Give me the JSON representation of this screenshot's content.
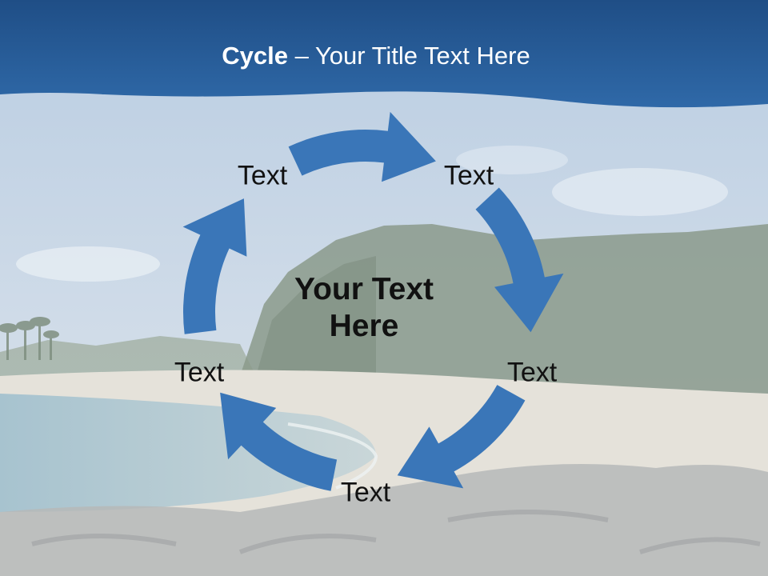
{
  "title": {
    "bold": "Cycle",
    "rest": " – Your Title Text Here"
  },
  "center_text": {
    "line1": "Your Text",
    "line2": "Here"
  },
  "steps": [
    {
      "label": "Text"
    },
    {
      "label": "Text"
    },
    {
      "label": "Text"
    },
    {
      "label": "Text"
    },
    {
      "label": "Text"
    }
  ],
  "colors": {
    "header": "#2a5e98",
    "arrow": "#3a76b8",
    "text": "#111111",
    "title_text": "#ffffff"
  },
  "icons": [
    "beach-background-image",
    "cycle-arrow"
  ]
}
